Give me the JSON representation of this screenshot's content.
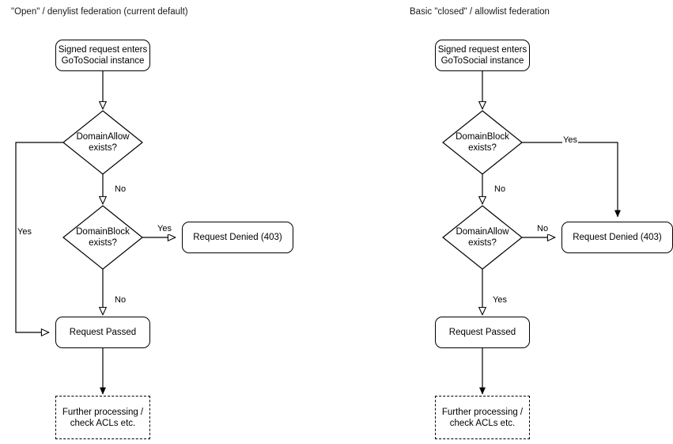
{
  "diagram": {
    "title_left": "\"Open\" / denylist federation (current default)",
    "title_right": "Basic \"closed\" / allowlist federation",
    "left_flow": {
      "start": "Signed request enters\nGoToSocial instance",
      "decision_1": "DomainAllow\nexists?",
      "decision_2": "DomainBlock\nexists?",
      "denied": "Request Denied (403)",
      "passed": "Request Passed",
      "further": "Further processing /\ncheck ACLs etc.",
      "label_allow_yes": "Yes",
      "label_allow_no": "No",
      "label_block_yes": "Yes",
      "label_block_no": "No"
    },
    "right_flow": {
      "start": "Signed request enters\nGoToSocial instance",
      "decision_1": "DomainBlock\nexists?",
      "decision_2": "DomainAllow\nexists?",
      "denied": "Request Denied (403)",
      "passed": "Request Passed",
      "further": "Further processing /\ncheck ACLs etc.",
      "label_block_yes": "Yes",
      "label_block_no": "No",
      "label_allow_no": "No",
      "label_allow_yes": "Yes"
    },
    "colors": {
      "stroke": "#000000",
      "fill": "#ffffff",
      "text": "#000000",
      "title_text": "#1a1a1a"
    }
  }
}
